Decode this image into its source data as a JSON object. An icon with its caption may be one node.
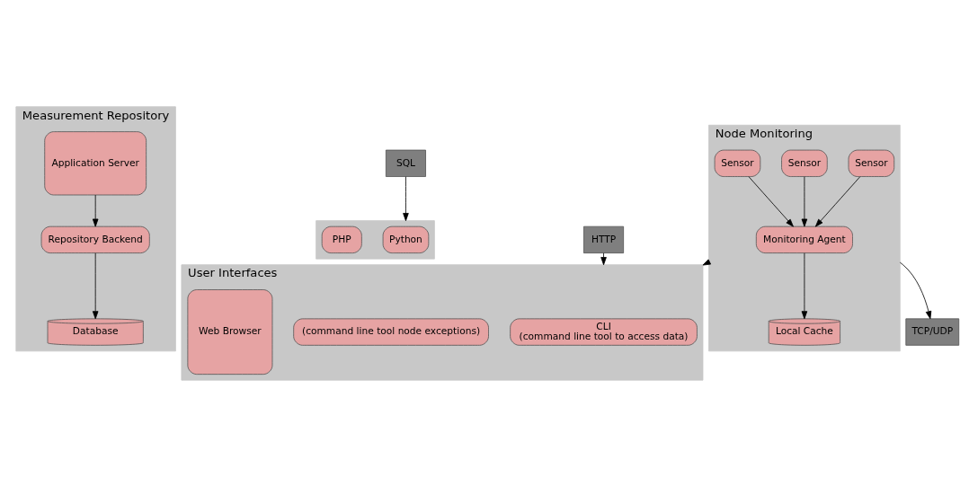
{
  "diagram": {
    "nodes": [
      {
        "text": [
          "Measurement Repository"
        ]
      },
      {
        "text": [
          "Application Server"
        ],
        "in": 0
      },
      {
        "text": [
          "Repository Backend"
        ],
        "in": 0
      },
      {
        "text": [
          "Database"
        ],
        "in": 0
      },
      {
        "text": [
          "SQL"
        ]
      },
      {
        "text": [
          "TCP/UDP"
        ]
      },
      {
        "text": [],
        "shape": "box"
      },
      {
        "text": [
          "Python"
        ],
        "in": 6
      },
      {
        "text": [
          "PHP"
        ],
        "in": 6
      },
      {
        "text": [
          "HTTP"
        ]
      },
      {
        "text": [
          "Node Monitoring"
        ]
      },
      {
        "text": [
          "Monitoring Agent"
        ],
        "in": 10
      },
      {
        "text": [
          "Local Cache"
        ],
        "in": 10
      },
      {
        "text": [
          "Sensor"
        ],
        "in": 10
      },
      {
        "text": [
          "Sensor"
        ],
        "in": 10
      },
      {
        "text": [
          "Sensor"
        ],
        "in": 10
      },
      {
        "text": [
          "User Interfaces"
        ]
      },
      {
        "text": [
          "CLI",
          "(command line tool to access data)"
        ],
        "in": 16
      },
      {
        "text": [
          "(command line tool node exceptions)"
        ],
        "in": 16
      },
      {
        "text": [
          "Web Browser"
        ],
        "in": 16
      }
    ],
    "edges": [
      {
        "from": 1,
        "to": 2,
        "arrow": "to"
      },
      {
        "from": 2,
        "to": 3,
        "arrow": "to"
      },
      {
        "from": 4,
        "to": 6,
        "arrow": "to"
      },
      {
        "from": 9,
        "to": 16,
        "arrow": "to"
      },
      {
        "from": 11,
        "to": 12,
        "arrow": "to"
      },
      {
        "from": 13,
        "to": 11,
        "arrow": "to"
      },
      {
        "from": 14,
        "to": 11,
        "arrow": "to"
      },
      {
        "from": 15,
        "to": 11,
        "arrow": "to"
      },
      {
        "from": 10,
        "to": 5,
        "arrow": "to"
      },
      {
        "from": 10,
        "to": 16,
        "arrow": "to"
      }
    ]
  }
}
